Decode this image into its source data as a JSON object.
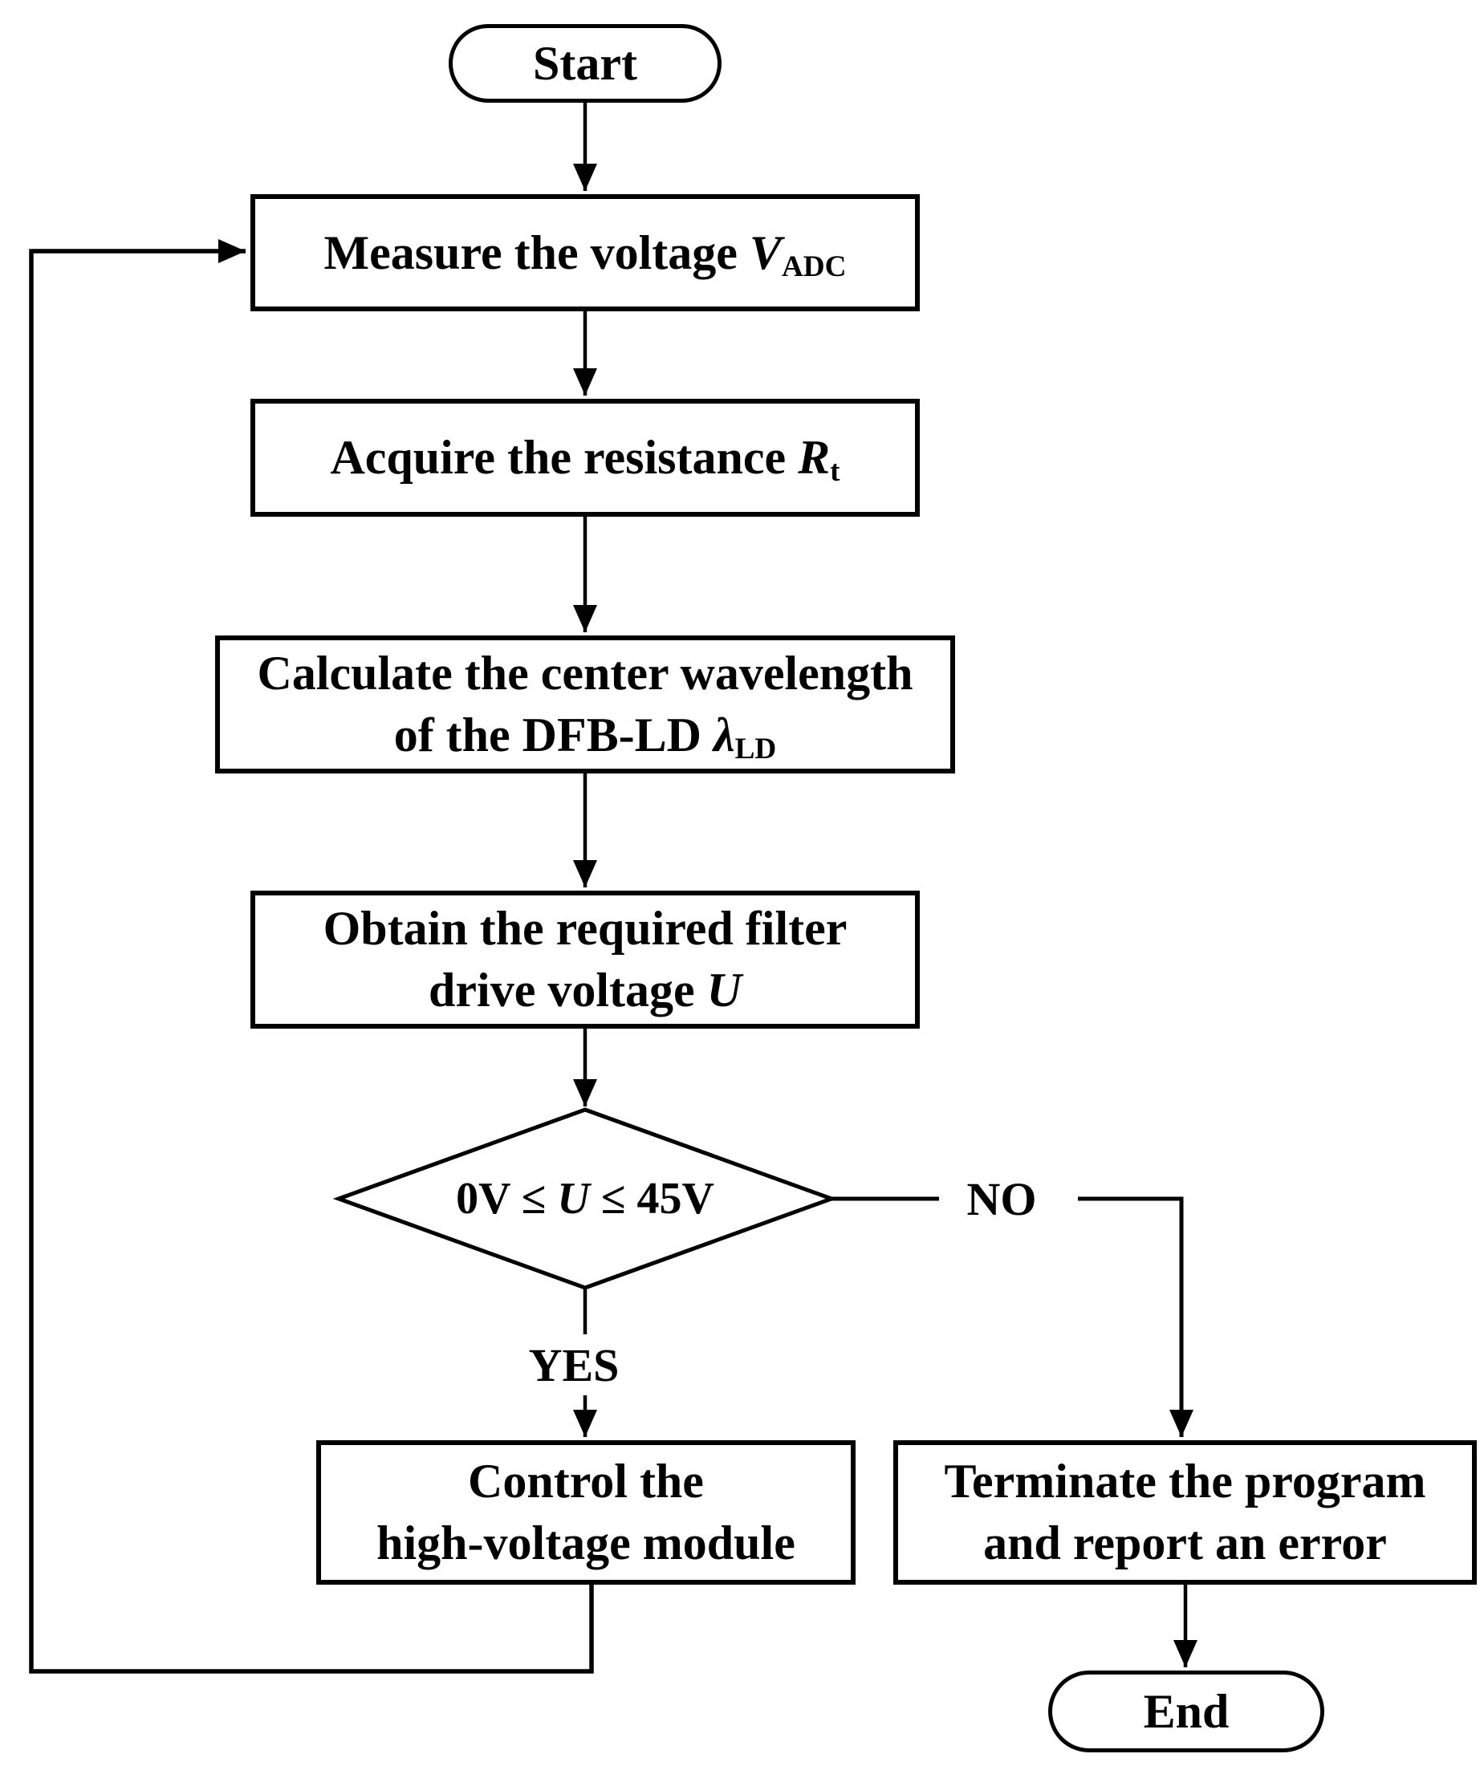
{
  "colors": {
    "line": "#000000",
    "text": "#000000",
    "background": "#ffffff"
  },
  "flowchart": {
    "nodes": {
      "start": {
        "shape": "terminal",
        "lines": [
          [
            {
              "t": "Start"
            }
          ]
        ]
      },
      "measure": {
        "shape": "process",
        "lines": [
          [
            {
              "t": "Measure the voltage "
            },
            {
              "t": "V",
              "s": "it"
            },
            {
              "t": "ADC",
              "s": "sub"
            }
          ]
        ]
      },
      "acquire": {
        "shape": "process",
        "lines": [
          [
            {
              "t": "Acquire the resistance "
            },
            {
              "t": "R",
              "s": "it"
            },
            {
              "t": "t",
              "s": "sub"
            }
          ]
        ]
      },
      "calculate": {
        "shape": "process",
        "lines": [
          [
            {
              "t": "Calculate the center wavelength"
            }
          ],
          [
            {
              "t": "of the DFB-LD "
            },
            {
              "t": "λ",
              "s": "it"
            },
            {
              "t": "LD",
              "s": "sub"
            }
          ]
        ]
      },
      "obtain": {
        "shape": "process",
        "lines": [
          [
            {
              "t": "Obtain the required filter"
            }
          ],
          [
            {
              "t": "drive voltage "
            },
            {
              "t": "U",
              "s": "it"
            }
          ]
        ]
      },
      "decision": {
        "shape": "decision",
        "lines": [
          [
            {
              "t": "0V ≤ "
            },
            {
              "t": "U",
              "s": "it"
            },
            {
              "t": " ≤ 45V"
            }
          ]
        ]
      },
      "control": {
        "shape": "process",
        "lines": [
          [
            {
              "t": "Control the"
            }
          ],
          [
            {
              "t": "high-voltage module"
            }
          ]
        ]
      },
      "terminate": {
        "shape": "process",
        "lines": [
          [
            {
              "t": "Terminate the program"
            }
          ],
          [
            {
              "t": "and report an error"
            }
          ]
        ]
      },
      "end": {
        "shape": "terminal",
        "lines": [
          [
            {
              "t": "End"
            }
          ]
        ]
      }
    },
    "edge_labels": {
      "yes": "YES",
      "no": "NO"
    }
  }
}
